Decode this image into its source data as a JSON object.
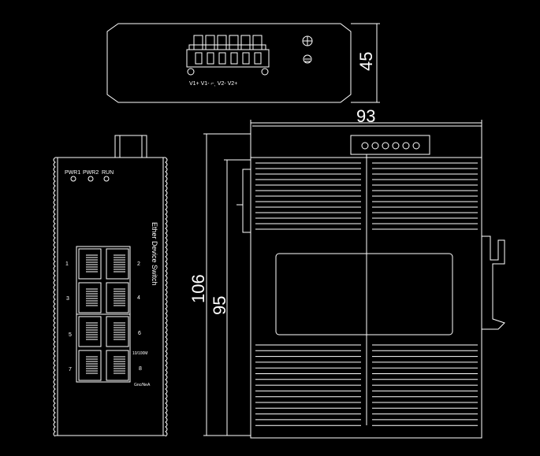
{
  "dimensions": {
    "width": "93",
    "height_total": "106",
    "height_body": "95",
    "depth": "45"
  },
  "terminal_labels": "V1+ V1-  ⌐ˎ  V2- V2+",
  "leds": [
    "PWR1",
    "PWR2",
    "RUN"
  ],
  "product_label": "Ether Device Switch",
  "ports": [
    "1",
    "2",
    "3",
    "4",
    "5",
    "6",
    "7",
    "8"
  ],
  "speed_label": "10/100M",
  "mode_label": "Gnc/NeA"
}
